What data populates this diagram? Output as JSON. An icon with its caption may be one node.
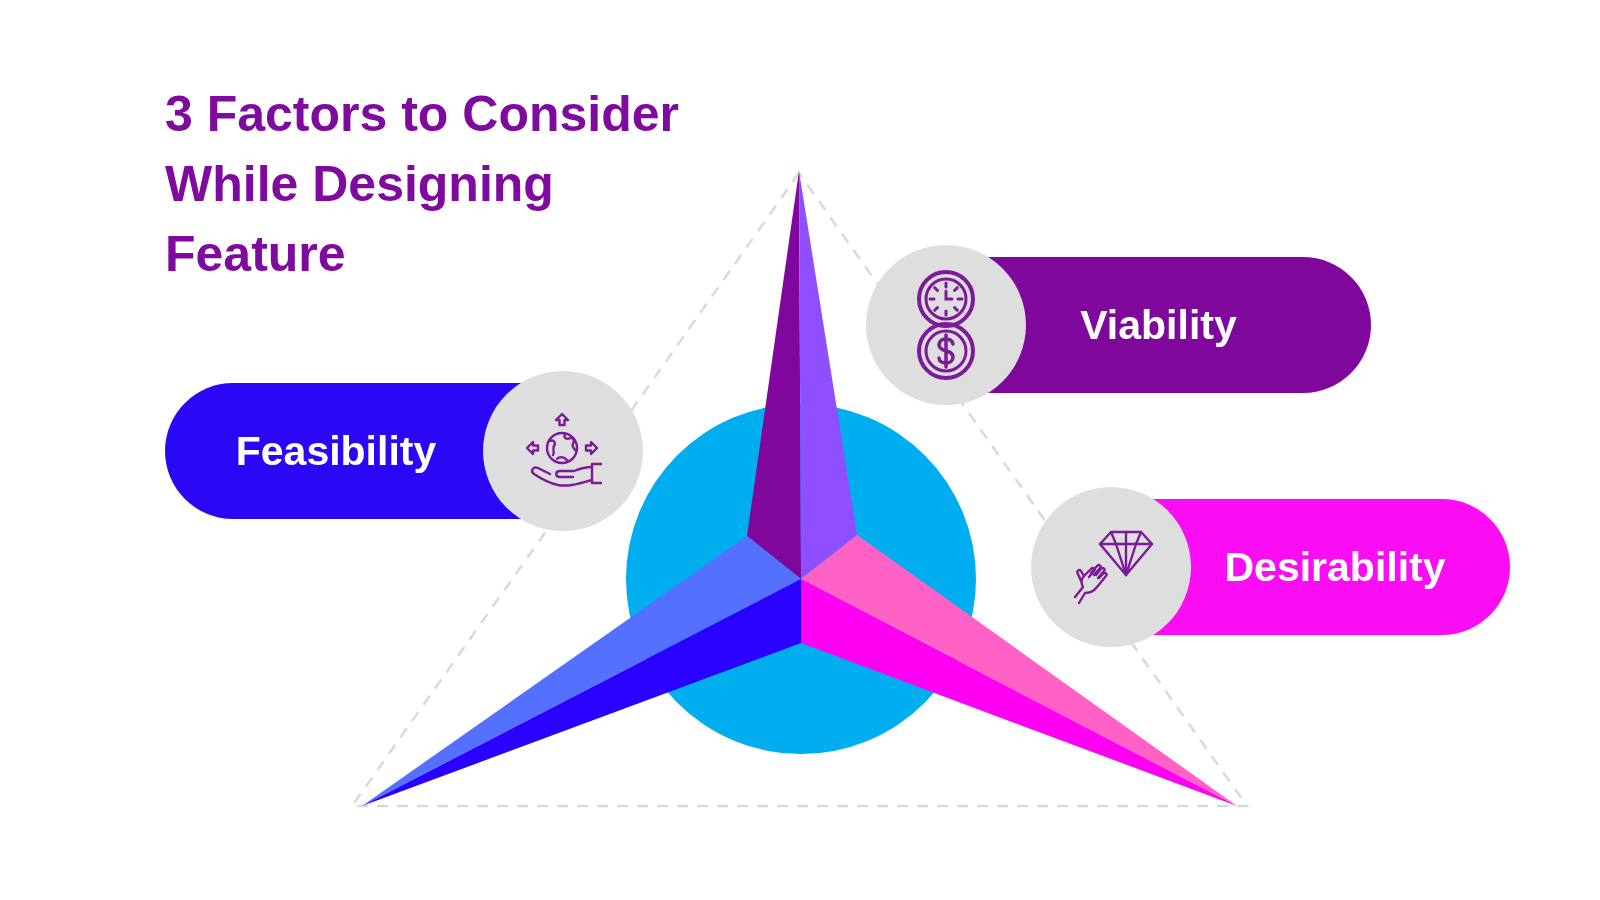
{
  "diagram": {
    "title": "3 Factors to Consider While Designing Feature",
    "nodes": [
      {
        "text": [
          "Feasibility"
        ]
      },
      {
        "text": [
          "Viability"
        ]
      },
      {
        "text": [
          "Desirability"
        ]
      }
    ]
  }
}
